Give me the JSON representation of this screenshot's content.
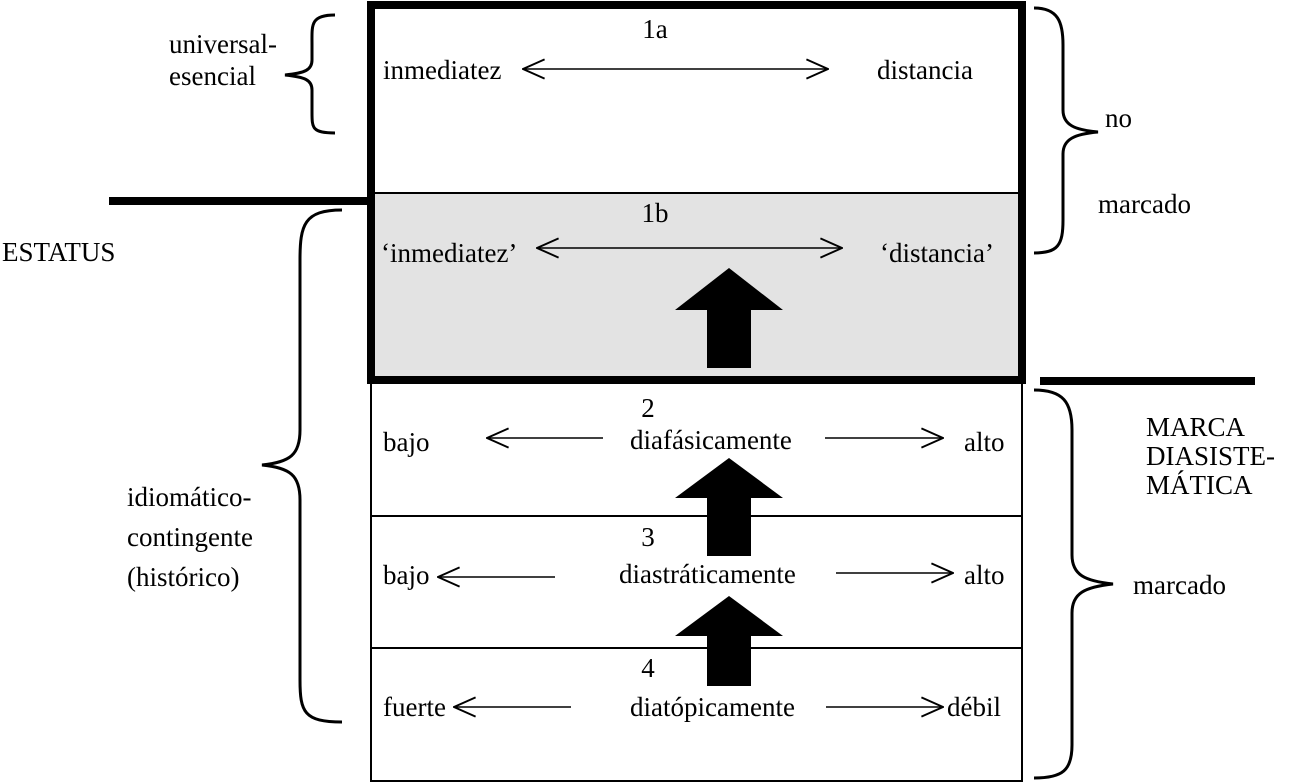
{
  "top_left_label": [
    "universal-",
    "esencial"
  ],
  "status_label": "ESTATUS",
  "bottom_left_label": [
    "idiomático-",
    "contingente",
    "(histórico)"
  ],
  "right_upper_label": [
    "no",
    "marcado"
  ],
  "right_mark_label": [
    "MARCA",
    "DIASISTE-",
    "MÁTICA"
  ],
  "right_lower_label": "marcado",
  "rows": [
    {
      "id": "1a",
      "number": "1a",
      "left": "inmediatez",
      "center": "",
      "right": "distancia"
    },
    {
      "id": "1b",
      "number": "1b",
      "left": "‘inmediatez’",
      "center": "",
      "right": "‘distancia’"
    },
    {
      "id": "2",
      "number": "2",
      "left": "bajo",
      "center": "diafásicamente",
      "right": "alto"
    },
    {
      "id": "3",
      "number": "3",
      "left": "bajo",
      "center": "diastráticamente",
      "right": "alto"
    },
    {
      "id": "4",
      "number": "4",
      "left": "fuerte",
      "center": "diatópicamente",
      "right": "débil"
    }
  ],
  "colors": {
    "line": "#000000",
    "shaded_row": "#e3e3e3",
    "background": "#ffffff"
  }
}
